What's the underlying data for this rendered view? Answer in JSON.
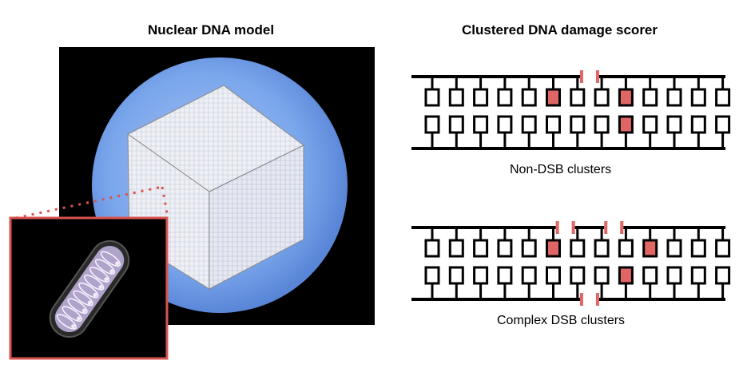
{
  "left_panel": {
    "title": "Nuclear DNA model"
  },
  "right_panel": {
    "title": "Clustered DNA damage scorer",
    "diagrams": [
      {
        "caption": "Non-DSB clusters",
        "top_damaged_bases": [
          5,
          8
        ],
        "bottom_damaged_bases": [
          8
        ],
        "top_strand_breaks": [
          6
        ],
        "bottom_strand_breaks": []
      },
      {
        "caption": "Complex DSB clusters",
        "top_damaged_bases": [
          5,
          9
        ],
        "bottom_damaged_bases": [
          8
        ],
        "top_strand_breaks": [
          5,
          7
        ],
        "bottom_strand_breaks": [
          6
        ]
      }
    ]
  },
  "colors": {
    "damage": "#e06666",
    "highlight_box": "#d9534f",
    "nucleus": "#6f9fe8",
    "background_panel": "#000000"
  }
}
